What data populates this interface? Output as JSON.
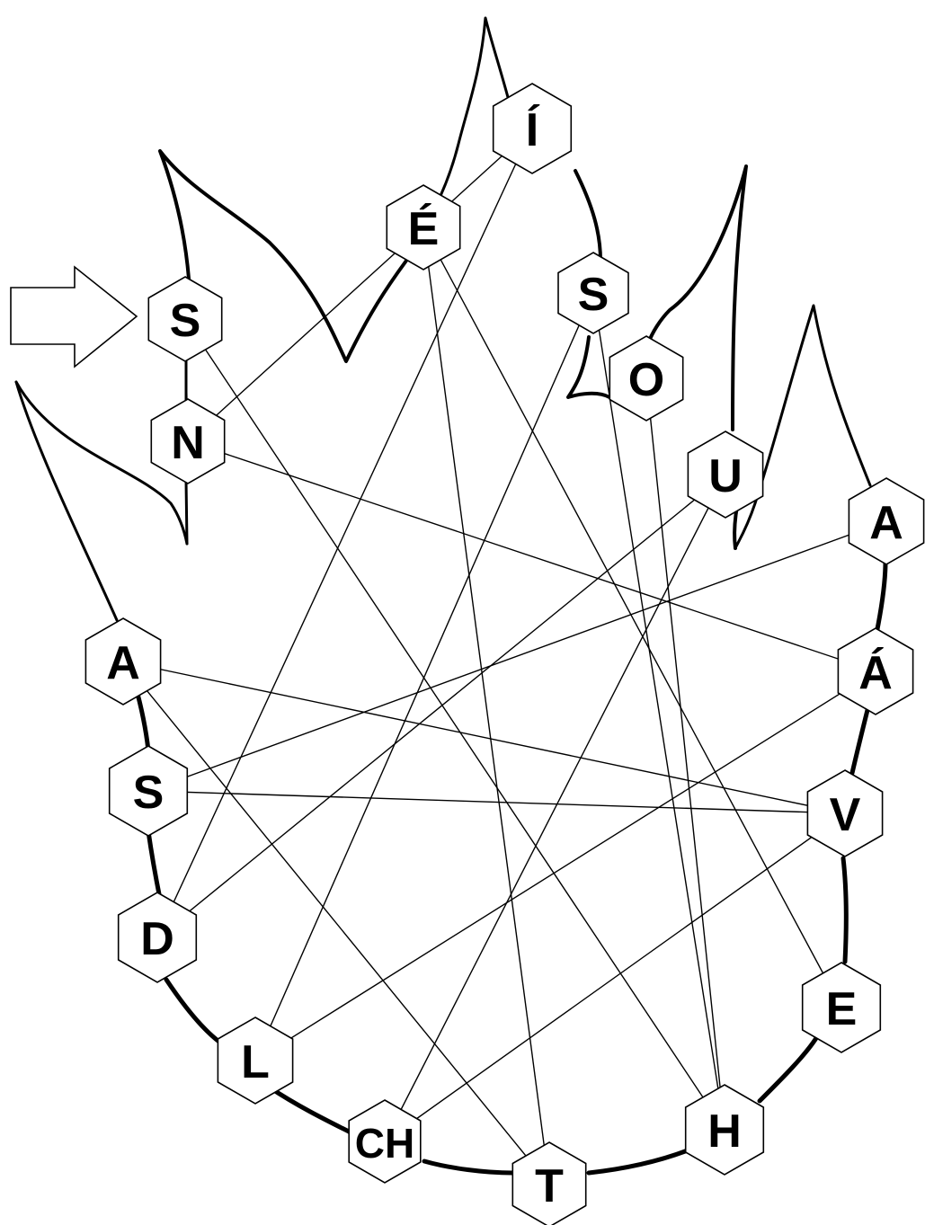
{
  "nodes": [
    {
      "id": "s1",
      "letter": "S"
    },
    {
      "id": "n",
      "letter": "N"
    },
    {
      "id": "e_acute",
      "letter": "É"
    },
    {
      "id": "i_acute",
      "letter": "Í"
    },
    {
      "id": "s2",
      "letter": "S"
    },
    {
      "id": "o",
      "letter": "O"
    },
    {
      "id": "u",
      "letter": "U"
    },
    {
      "id": "a1",
      "letter": "A"
    },
    {
      "id": "a_acute",
      "letter": "Á"
    },
    {
      "id": "v",
      "letter": "V"
    },
    {
      "id": "e",
      "letter": "E"
    },
    {
      "id": "h",
      "letter": "H"
    },
    {
      "id": "t",
      "letter": "T"
    },
    {
      "id": "ch",
      "letter": "CH"
    },
    {
      "id": "l",
      "letter": "L"
    },
    {
      "id": "d",
      "letter": "D"
    },
    {
      "id": "s3",
      "letter": "S"
    },
    {
      "id": "a2",
      "letter": "A"
    }
  ],
  "connections": [
    [
      "s1",
      "n"
    ],
    [
      "n",
      "i_acute"
    ],
    [
      "n",
      "a_acute"
    ],
    [
      "s1",
      "h"
    ],
    [
      "e_acute",
      "t"
    ],
    [
      "e_acute",
      "e"
    ],
    [
      "i_acute",
      "d"
    ],
    [
      "s2",
      "l"
    ],
    [
      "s2",
      "h"
    ],
    [
      "o",
      "h"
    ],
    [
      "u",
      "ch"
    ],
    [
      "u",
      "d"
    ],
    [
      "a1",
      "s3"
    ],
    [
      "a_acute",
      "l"
    ],
    [
      "a2",
      "v"
    ],
    [
      "a2",
      "t"
    ],
    [
      "s3",
      "v"
    ],
    [
      "v",
      "ch"
    ]
  ],
  "start_marker": "arrow-right-icon"
}
